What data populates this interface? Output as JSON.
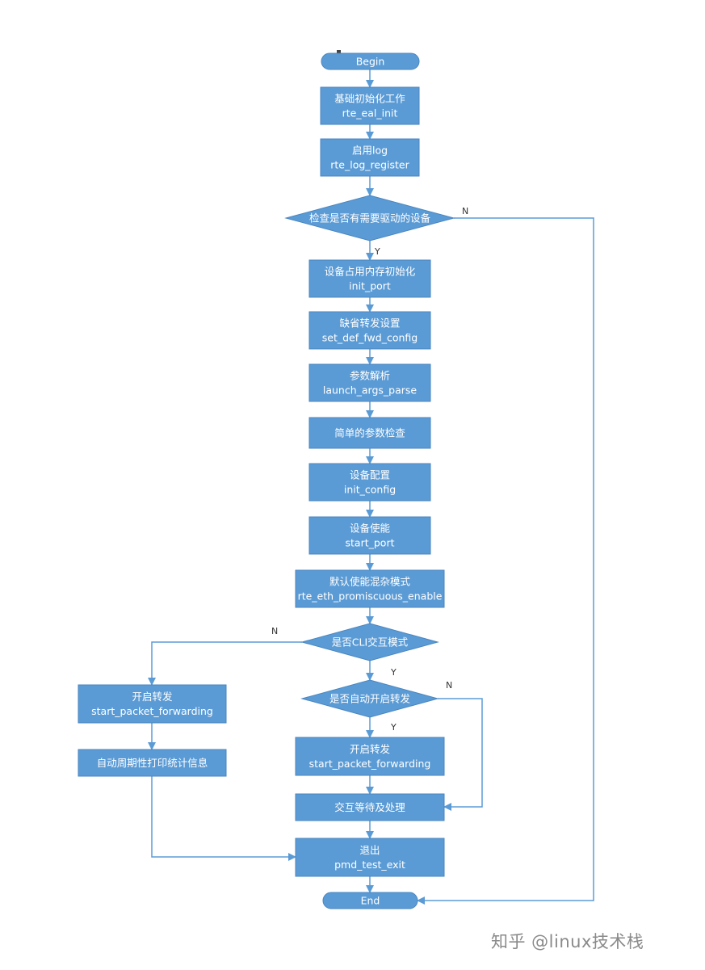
{
  "colors": {
    "node_fill": "#5b9bd5",
    "node_stroke": "#4a86c0",
    "edge": "#5b9bd5",
    "text": "#ffffff"
  },
  "nodes": {
    "begin": {
      "lines": [
        "Begin"
      ]
    },
    "eal": {
      "lines": [
        "基础初始化工作",
        "rte_eal_init"
      ]
    },
    "log": {
      "lines": [
        "启用log",
        "rte_log_register"
      ]
    },
    "check": {
      "lines": [
        "检查是否有需要驱动的设备"
      ]
    },
    "initp": {
      "lines": [
        "设备占用内存初始化",
        "init_port"
      ]
    },
    "deffwd": {
      "lines": [
        "缺省转发设置",
        "set_def_fwd_config"
      ]
    },
    "args": {
      "lines": [
        "参数解析",
        "launch_args_parse"
      ]
    },
    "simple": {
      "lines": [
        "简单的参数检查"
      ]
    },
    "config": {
      "lines": [
        "设备配置",
        "init_config"
      ]
    },
    "startp": {
      "lines": [
        "设备使能",
        "start_port"
      ]
    },
    "promisc": {
      "lines": [
        "默认使能混杂模式",
        "rte_eth_promiscuous_enable"
      ]
    },
    "cli": {
      "lines": [
        "是否CLI交互模式"
      ]
    },
    "auto": {
      "lines": [
        "是否自动开启转发"
      ]
    },
    "fwdL": {
      "lines": [
        "开启转发",
        "start_packet_forwarding"
      ]
    },
    "stats": {
      "lines": [
        "自动周期性打印统计信息"
      ]
    },
    "fwdR": {
      "lines": [
        "开启转发",
        "start_packet_forwarding"
      ]
    },
    "wait": {
      "lines": [
        "交互等待及处理"
      ]
    },
    "exit": {
      "lines": [
        "退出",
        "pmd_test_exit"
      ]
    },
    "end": {
      "lines": [
        "End"
      ]
    }
  },
  "edge_labels": {
    "check_no": "N",
    "check_yes": "Y",
    "cli_no": "N",
    "cli_yes": "Y",
    "auto_no": "N",
    "auto_yes": "Y"
  },
  "watermark": "知乎 @linux技术栈"
}
